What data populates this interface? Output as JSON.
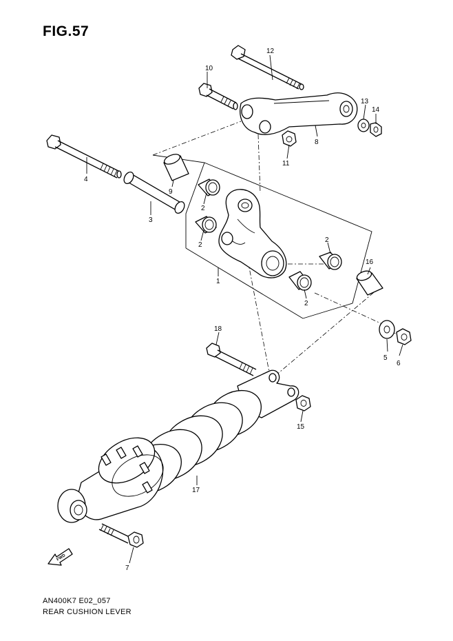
{
  "figure": {
    "title": "FIG.57",
    "code": "AN400K7 E02_057",
    "caption": "REAR CUSHION LEVER",
    "fwd_label": "FWD"
  },
  "callouts": [
    "1",
    "2",
    "2",
    "2",
    "2",
    "3",
    "4",
    "5",
    "6",
    "7",
    "8",
    "9",
    "10",
    "11",
    "12",
    "13",
    "14",
    "15",
    "16",
    "17",
    "18"
  ]
}
